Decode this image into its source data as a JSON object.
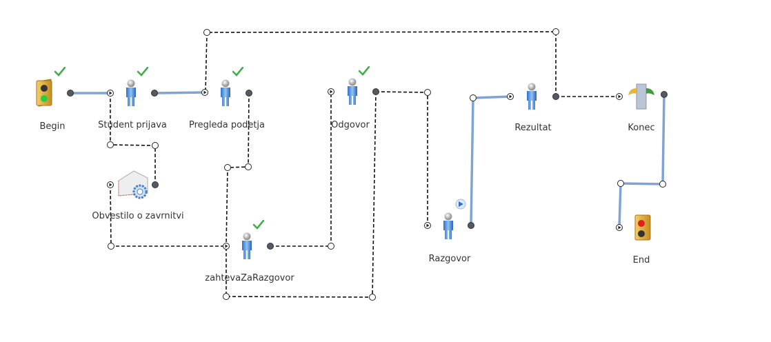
{
  "nodes": {
    "begin": {
      "label": "Begin",
      "icon": "traffic-light-green-icon",
      "completed": true
    },
    "student_prijava": {
      "label": "Student prijava",
      "icon": "person-icon",
      "completed": true
    },
    "pregleda_podetja": {
      "label": "Pregleda podetja",
      "icon": "person-icon",
      "completed": true
    },
    "odgovor": {
      "label": "Odgovor",
      "icon": "person-icon",
      "completed": true
    },
    "rezultat": {
      "label": "Rezultat",
      "icon": "person-icon",
      "completed": false
    },
    "konec": {
      "label": "Konec",
      "icon": "decision-signpost-icon",
      "completed": false
    },
    "obvestilo": {
      "label": "Obvestilo o zavrnitvi",
      "icon": "email-gear-icon",
      "completed": false
    },
    "zahteva": {
      "label": "zahtevaZaRazgovor",
      "icon": "person-icon",
      "completed": true
    },
    "razgovor": {
      "label": "Razgovor",
      "icon": "person-icon",
      "completed": false,
      "active": true
    },
    "end": {
      "label": "End",
      "icon": "traffic-light-red-icon",
      "completed": false
    }
  },
  "colors": {
    "solid_connection": "#7fa4d3",
    "dashed_connection": "#111111",
    "check": "#3fae49",
    "active": "#2a6fe0"
  }
}
